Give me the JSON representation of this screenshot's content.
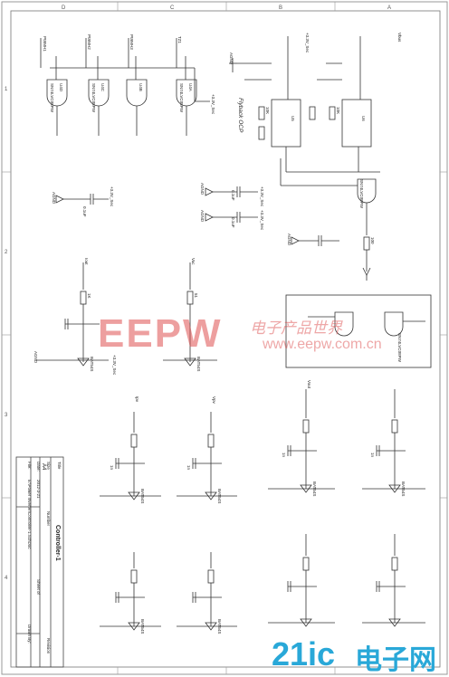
{
  "frame": {
    "columns": [
      "D",
      "C",
      "B",
      "A"
    ],
    "rows": [
      "1",
      "2",
      "3",
      "4"
    ]
  },
  "title_block": {
    "title_label": "Title",
    "title_value": "Controller-1",
    "size_label": "Size",
    "size_value": "A4",
    "number_label": "Number",
    "revision_label": "Revision",
    "date_label": "Date:",
    "date_value": "2012-3-21",
    "file_label": "File:",
    "file_value": "E:\\Power Inverter\\Controller-1.SchDoc",
    "sheet_label": "Sheet of",
    "drawn_label": "Drawn By:"
  },
  "labels": {
    "flyback": "Flyback OCP",
    "rails": [
      "+3.3V_Sec",
      "+3.3V_Sec",
      "+3.3V_Sec",
      "+3.3V_Sec",
      "+3.3V_Sec",
      "+3.3V_Sec"
    ],
    "grounds": [
      "AGND",
      "AGND",
      "AGND",
      "AGND",
      "AGND",
      "AGND"
    ],
    "nets": [
      "PWMH1",
      "PWMH2",
      "PWMH3",
      "TZ1",
      "Vbus",
      "Ipv",
      "Vpv",
      "Vout",
      "Iout",
      "Vac"
    ],
    "ics": [
      "U5",
      "U6",
      "U4A",
      "U4B",
      "U4C",
      "U4D"
    ],
    "part_codes": [
      "SN74LVC08PW",
      "SN74LVC08PW",
      "SN74LVC08PW",
      "SN74LVC08PW",
      "SN74LVC08PW"
    ],
    "diodes": [
      "BAT54S",
      "BAT54S",
      "BAT54S",
      "BAT54S",
      "BAT54S",
      "BAT54S",
      "BAT54S",
      "BAT54S"
    ],
    "values": [
      "0.1uF",
      "0.1uF",
      "0.1uF",
      "1n",
      "1n",
      "1n",
      "1n",
      "10K",
      "10K",
      "100",
      "1K",
      "51"
    ]
  },
  "watermark": {
    "logo": "EEPW",
    "cn": "电子产品世界",
    "url": "www.eepw.com.cn"
  },
  "corner_logo": {
    "number": "21ic",
    "cn": "电子网"
  },
  "colors": {
    "line": "#333333",
    "frame": "#555555",
    "watermark": "#de5050",
    "corner": "#29a8d8"
  }
}
